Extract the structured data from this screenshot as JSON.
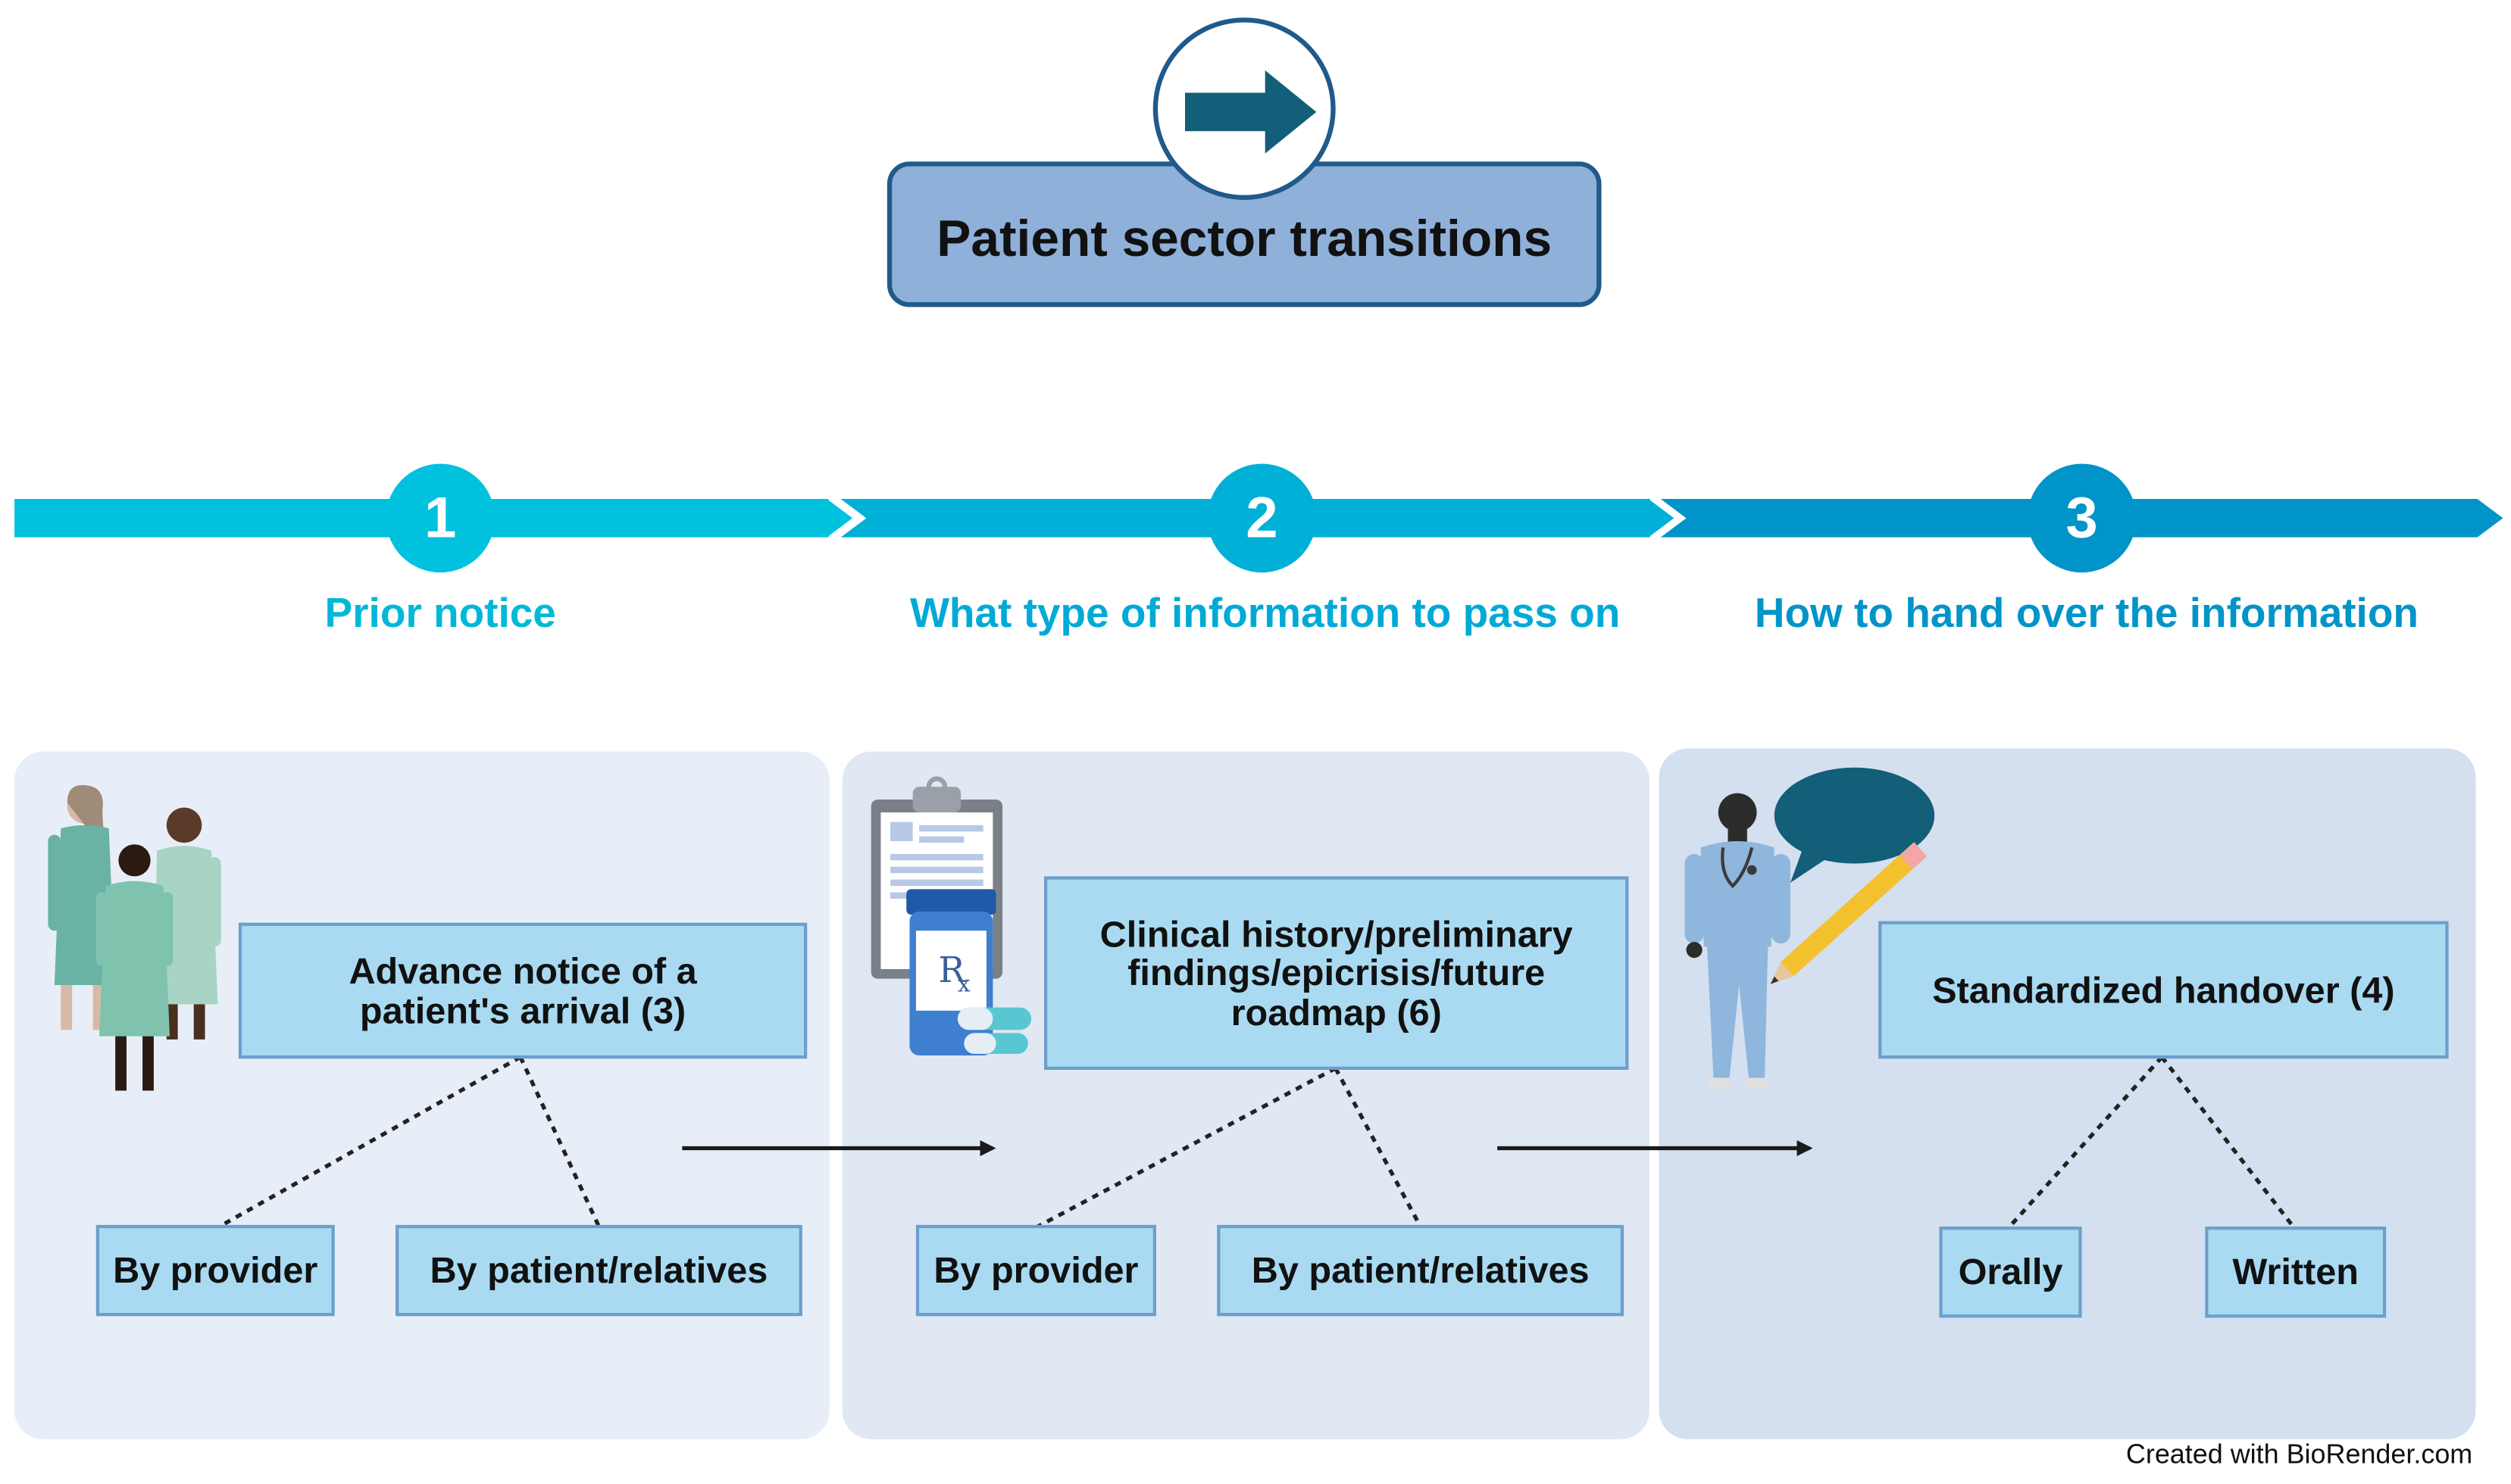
{
  "title": "Patient sector transitions",
  "colors": {
    "step1": "#00c2de",
    "step2": "#00b0d6",
    "step3": "#0094c8",
    "panel1": "#e8eef7",
    "panel2": "#dfe8f3",
    "panel3": "#d4e0ef",
    "box_fill": "#a9daf2",
    "box_border": "#6d9fcb",
    "title_fill": "#8fb0d9",
    "title_border": "#1f5a8a"
  },
  "steps": [
    {
      "number": "1",
      "label": "Prior notice"
    },
    {
      "number": "2",
      "label": "What type of information to pass on"
    },
    {
      "number": "3",
      "label": "How to hand over the information"
    }
  ],
  "panels": [
    {
      "icon": "patients-group-icon",
      "main": "Advance notice of a patient's arrival (3)",
      "options": [
        "By provider",
        "By patient/relatives"
      ]
    },
    {
      "icon": "clipboard-prescription-icon",
      "main": "Clinical history/preliminary findings/epicrisis/future roadmap (6)",
      "options": [
        "By provider",
        "By patient/relatives"
      ]
    },
    {
      "icon": "nurse-speech-pencil-icon",
      "main": "Standardized handover (4)",
      "options": [
        "Orally",
        "Written"
      ]
    }
  ],
  "credit": "Created with BioRender.com"
}
